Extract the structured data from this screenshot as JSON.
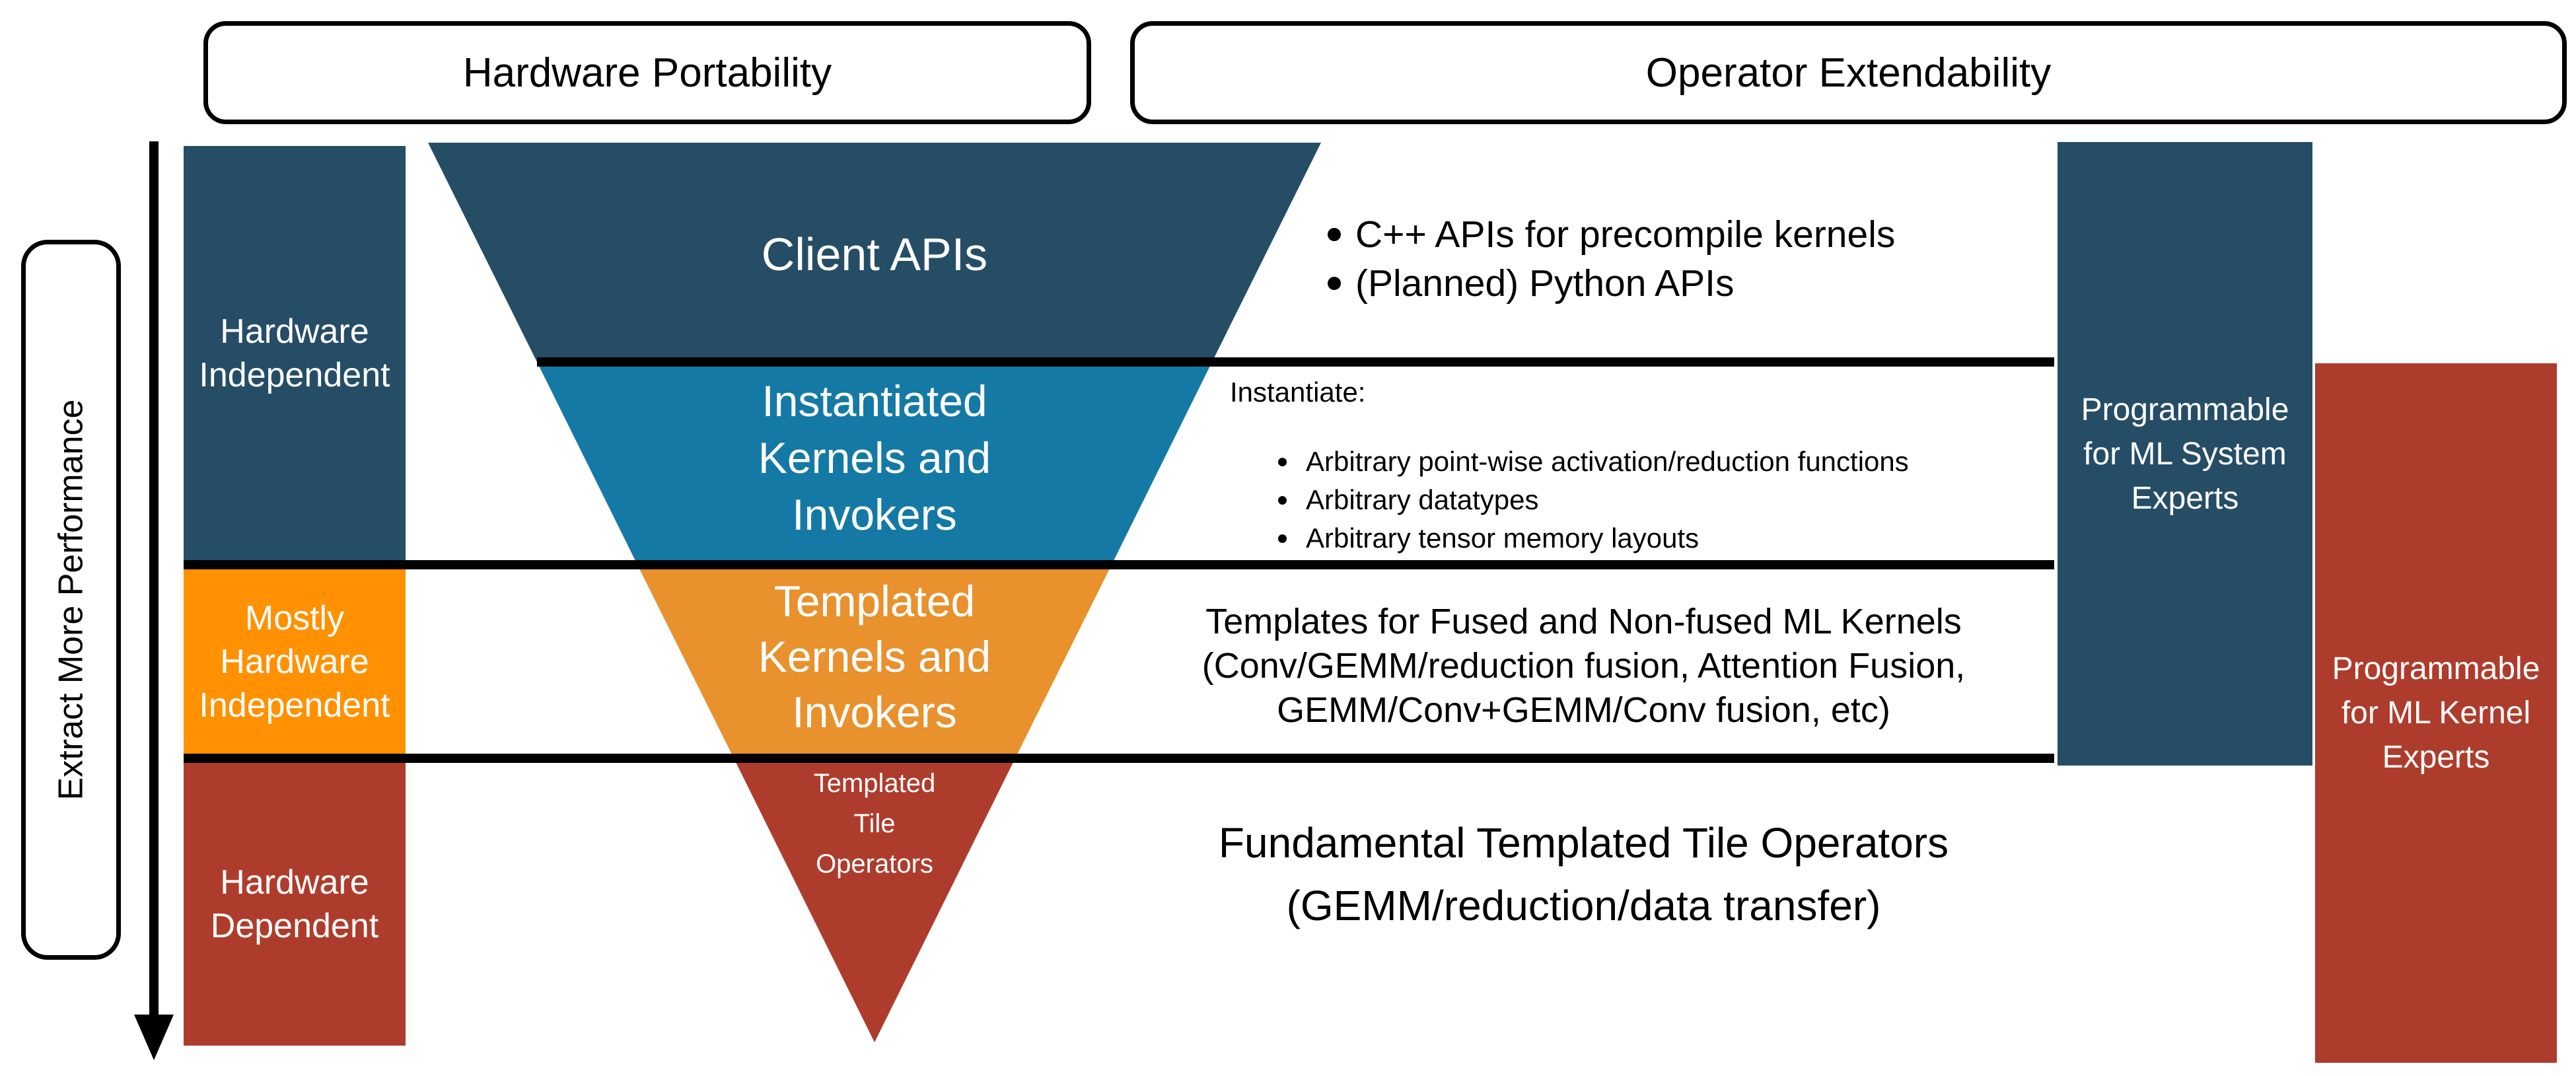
{
  "colors": {
    "navy": "#264D66",
    "teal": "#1579A6",
    "orange_bright": "#FF9102",
    "orange_band": "#E8912D",
    "red": "#AE3C2C",
    "line": "#000000",
    "text_on_color": "#FFFFFF"
  },
  "header": {
    "left_pill": "Hardware Portability",
    "right_pill": "Operator Extendability"
  },
  "left_axis": {
    "label": "Extract More Performance"
  },
  "left_column": [
    {
      "label_lines": [
        "Hardware",
        "Independent"
      ]
    },
    {
      "label_lines": [
        "Mostly",
        "Hardware",
        "Independent"
      ]
    },
    {
      "label_lines": [
        "Hardware",
        "Dependent"
      ]
    }
  ],
  "funnel": {
    "layers": [
      {
        "label_lines": [
          "Client APIs"
        ]
      },
      {
        "label_lines": [
          "Instantiated",
          "Kernels and",
          "Invokers"
        ]
      },
      {
        "label_lines": [
          "Templated",
          "Kernels and",
          "Invokers"
        ]
      },
      {
        "label_lines": [
          "Templated",
          "Tile",
          "Operators"
        ]
      }
    ]
  },
  "annotations": {
    "client_bullets": [
      "C++ APIs for precompile kernels",
      "(Planned) Python APIs"
    ],
    "instantiate_heading": "Instantiate:",
    "instantiate_bullets": [
      "Arbitrary point-wise activation/reduction functions",
      "Arbitrary datatypes",
      "Arbitrary tensor memory layouts"
    ],
    "templates_lines": [
      "Templates for Fused and Non-fused ML Kernels",
      "(Conv/GEMM/reduction fusion, Attention Fusion,",
      "GEMM/Conv+GEMM/Conv fusion, etc)"
    ],
    "fundamental_lines": [
      "Fundamental Templated Tile Operators",
      "(GEMM/reduction/data transfer)"
    ]
  },
  "right_column": [
    {
      "label_lines": [
        "Programmable",
        "for ML System",
        "Experts"
      ]
    },
    {
      "label_lines": [
        "Programmable",
        "for ML Kernel",
        "Experts"
      ]
    }
  ]
}
